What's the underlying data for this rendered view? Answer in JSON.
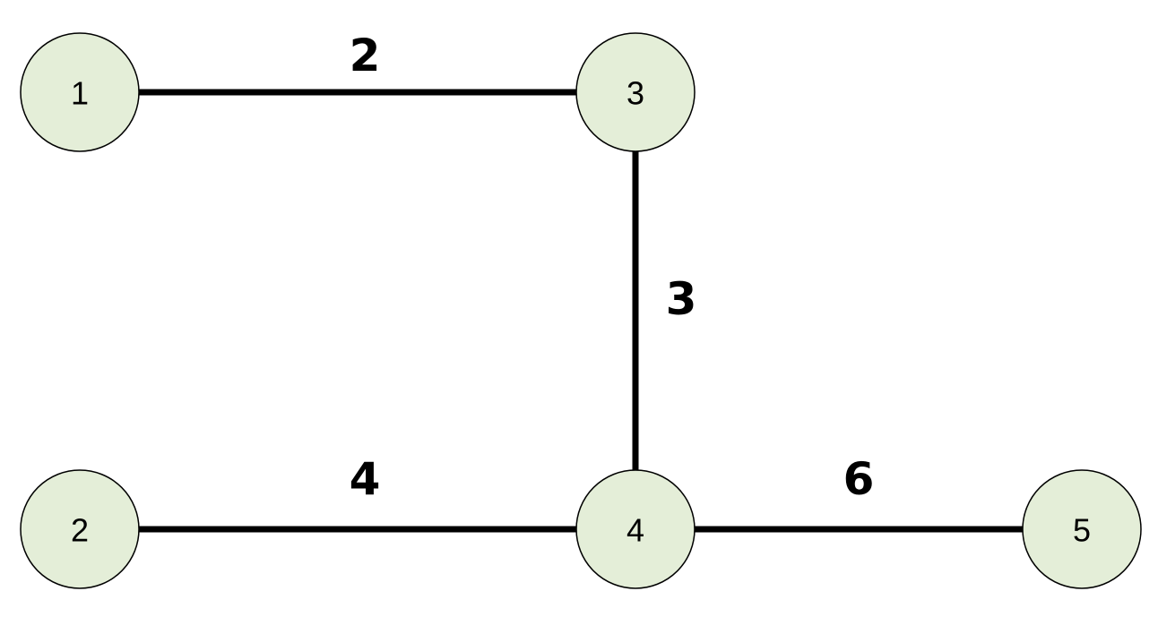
{
  "nodes": [
    {
      "id": "1",
      "label": "1"
    },
    {
      "id": "2",
      "label": "2"
    },
    {
      "id": "3",
      "label": "3"
    },
    {
      "id": "4",
      "label": "4"
    },
    {
      "id": "5",
      "label": "5"
    }
  ],
  "edges": [
    {
      "from": "1",
      "to": "3",
      "weight": "2"
    },
    {
      "from": "3",
      "to": "4",
      "weight": "3"
    },
    {
      "from": "2",
      "to": "4",
      "weight": "4"
    },
    {
      "from": "4",
      "to": "5",
      "weight": "6"
    }
  ],
  "colors": {
    "node_fill": "#e4eed8",
    "edge": "#000000"
  }
}
